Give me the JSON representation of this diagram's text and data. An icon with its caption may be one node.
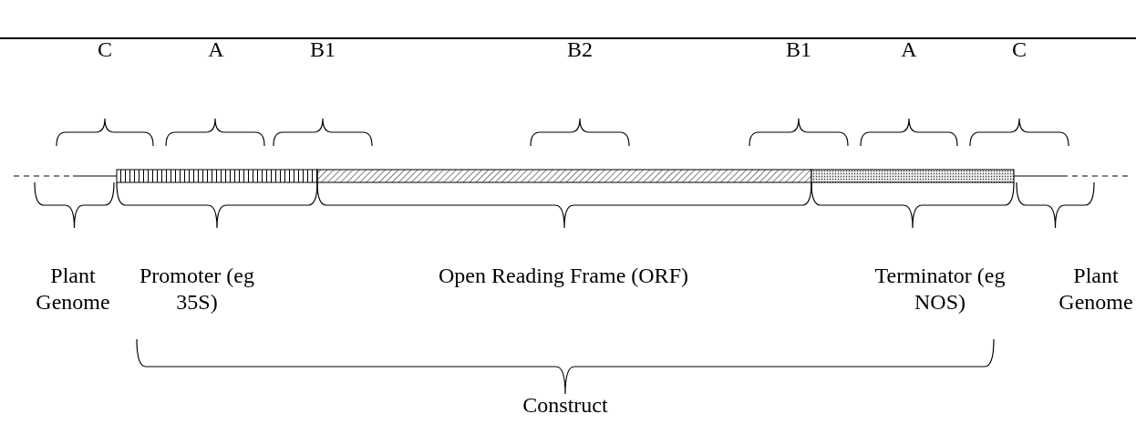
{
  "diagram": {
    "labels": [
      "C",
      "A",
      "B1",
      "B2",
      "B1",
      "A",
      "C",
      "Plant Genome",
      "Promoter (eg 35S)",
      "Open Reading Frame (ORF)",
      "Terminator (eg NOS)",
      "Plant Genome",
      "Construct"
    ]
  }
}
